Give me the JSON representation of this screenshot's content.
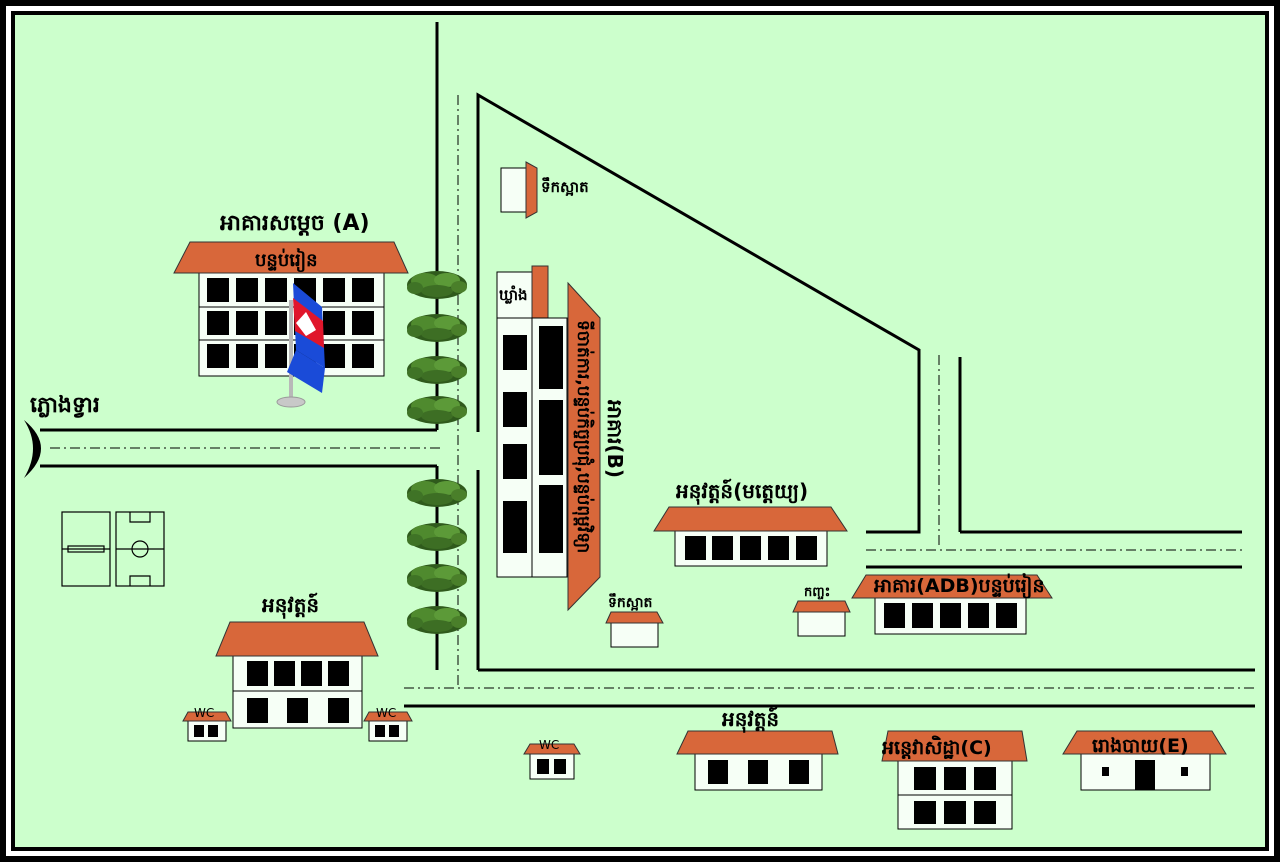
{
  "map": {
    "colors": {
      "ground": "#ccffcc",
      "roof": "#d8673a",
      "window": "#000000",
      "wall": "#f6fff6",
      "line": "#000000"
    },
    "labels": {
      "building_a": "អាគារសម្តេច (A)",
      "building_a_sub": "បន្ទប់រៀន",
      "gate": "ភ្លោងទ្វារ",
      "water_top": "ទឹកស្អាត",
      "storeroom": "ឃ្លាំង",
      "building_b": "អាគារ(B)",
      "building_b_sub": "ទីចាត់ការ,បន្ទប់កិច្ចប្រជុំ,បន្ទប់ពុម្ពវិទ្យា",
      "dorm_teacher": "អនុវត្តន៍(មត្តេយ្យ)",
      "water_bottom": "ទឹកស្អាត",
      "kindergarten": "កញ្ចះ",
      "building_adb": "អាគារ(ADB)បន្ទប់រៀន",
      "dorm_left": "អនុវត្តន៍",
      "dorm_bottom": "អនុវត្តន៍",
      "building_c": "អន្តេវាសិដ្ឋា(C)",
      "building_e": "រោងបាយ(E)",
      "wc_1": "WC",
      "wc_2": "WC",
      "wc_3": "WC"
    }
  }
}
